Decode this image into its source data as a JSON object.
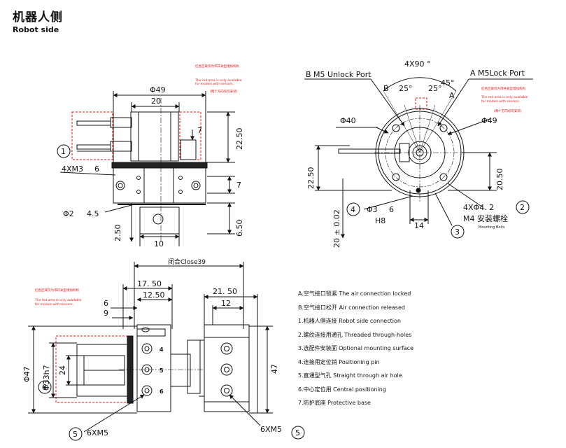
{
  "header": {
    "title_cn": "机器人侧",
    "title_en": "Robot side"
  },
  "red_note": {
    "cn": "红色区域仅为带开关型增加机构",
    "en1": "The red area is only available",
    "en2": "for models with sensors.",
    "cn2": "(两个方向均可安装)"
  },
  "top_left_view": {
    "d49": "Φ49",
    "w20": "20",
    "h7": "7",
    "h22_50": "22.50",
    "callout1": "1",
    "holes": "4XM3",
    "hole_depth": "6",
    "h7b": "7",
    "pin": "Φ2",
    "pin_depth": "4.5",
    "h2_50": "2.50",
    "h6_50": "6.50",
    "w10": "10"
  },
  "top_right_view": {
    "port_b": "B  M5 Unlock  Port",
    "port_a": "A  M5Lock  Port",
    "angle_4x90": "4X90  °",
    "label_b": "B",
    "label_a": "A",
    "ang25a": "25°",
    "ang25b": "25°",
    "ang45": "45°",
    "d40": "Φ40",
    "d49": "Φ49",
    "h22_50": "22.50",
    "h20_50": "20.50",
    "callout4": "4",
    "pinhole": "Φ3",
    "pinhole_depth": "6",
    "fit": "H8",
    "w14": "14",
    "holes_4x": "4XΦ4. 2",
    "callout2": "2",
    "m4": "M4 安装螺栓",
    "m4_en": "Mounting Bolts",
    "callout3": "3",
    "tol": "20 ± 0.02"
  },
  "bottom_view": {
    "close": "闭合Close39",
    "w17_50": "17. 50",
    "w12_50": "12.50",
    "w6": "6",
    "w9": "9",
    "w21_50": "21. 50",
    "w12": "12",
    "d47": "Φ47",
    "d33": "Φ33h7",
    "h24": "24",
    "h47": "47",
    "callout6": "6",
    "callout5a": "5",
    "callout5b": "5",
    "m5a": "6XM5",
    "m5b": "6XM5",
    "port_nums": [
      "4",
      "5",
      "6"
    ]
  },
  "legend": [
    "A.空气接口锁紧 The air connection locked",
    "B.空气接口松开 Air connection released",
    "1.机器人侧连接 Robot side connection",
    "2.螺纹连接用通孔 Threaded through-holes",
    "3.选配件安装面 Optional mounting surface",
    "4.连接用定位销 Positioning pin",
    "5.直通型气孔 Straight through air hole",
    "6.中心定位用 Central positioning",
    "7.防护底座 Protective base"
  ]
}
